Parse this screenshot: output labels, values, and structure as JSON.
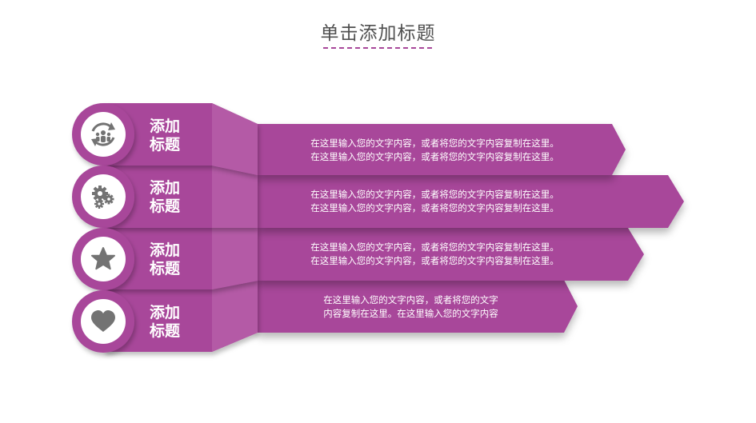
{
  "title": "单击添加标题",
  "colors": {
    "primary": "#a8479a",
    "primary_dark": "#8e3a82",
    "primary_light": "#b45aa6",
    "icon_gray": "#737373"
  },
  "items": [
    {
      "icon": "recycle-people-icon",
      "label_line1": "添加",
      "label_line2": "标题",
      "desc_line1": "在这里输入您的文字内容，或者将您的文字内容复制在这里。",
      "desc_line2": "在这里输入您的文字内容，或者将您的文字内容复制在这里。"
    },
    {
      "icon": "gears-icon",
      "label_line1": "添加",
      "label_line2": "标题",
      "desc_line1": "在这里输入您的文字内容，或者将您的文字内容复制在这里。",
      "desc_line2": "在这里输入您的文字内容，或者将您的文字内容复制在这里。"
    },
    {
      "icon": "star-icon",
      "label_line1": "添加",
      "label_line2": "标题",
      "desc_line1": "在这里输入您的文字内容，或者将您的文字内容复制在这里。",
      "desc_line2": "在这里输入您的文字内容，或者将您的文字内容复制在这里。"
    },
    {
      "icon": "heart-icon",
      "label_line1": "添加",
      "label_line2": "标题",
      "desc_line1": "在这里输入您的文字内容，或者将您的文字",
      "desc_line2": "内容复制在这里。在这里输入您的文字内容"
    }
  ]
}
